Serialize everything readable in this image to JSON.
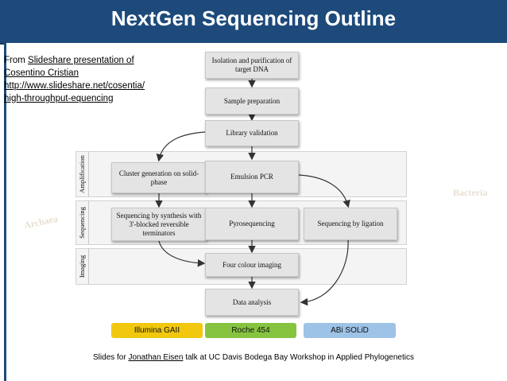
{
  "title": "NextGen Sequencing Outline",
  "source": {
    "prefix": "From ",
    "link": "Slideshare presentation of",
    "author": "Cosentino Cristian",
    "url_line1": "http://www.slideshare.net/cosentia/",
    "url_line2": "high-throughput-equencing"
  },
  "background_words": {
    "left": "Archaea",
    "right": "Bacteria"
  },
  "bands": {
    "amplification": "Amplification",
    "sequencing": "Sequencing",
    "imaging": "Imaging"
  },
  "steps": {
    "isolation": "Isolation and purification of target DNA",
    "sample_prep": "Sample preparation",
    "library": "Library validation",
    "cluster": "Cluster generation on solid-phase",
    "emulsion": "Emulsion PCR",
    "seq_synthesis": "Sequencing by synthesis with 3'-blocked reversible terminators",
    "pyro": "Pyrosequencing",
    "seq_ligation": "Sequencing by ligation",
    "four_colour": "Four colour imaging",
    "data_analysis": "Data analysis"
  },
  "platforms": {
    "illumina": "Illumina GAII",
    "roche": "Roche 454",
    "abi": "ABi SOLiD"
  },
  "platform_colors": {
    "illumina": "#f2c80f",
    "roche": "#86c440",
    "abi": "#9dc3e6"
  },
  "footer": {
    "prefix": "Slides for ",
    "link": "Jonathan Eisen",
    "suffix": " talk at UC Davis Bodega Bay Workshop in Applied Phylogenetics"
  }
}
